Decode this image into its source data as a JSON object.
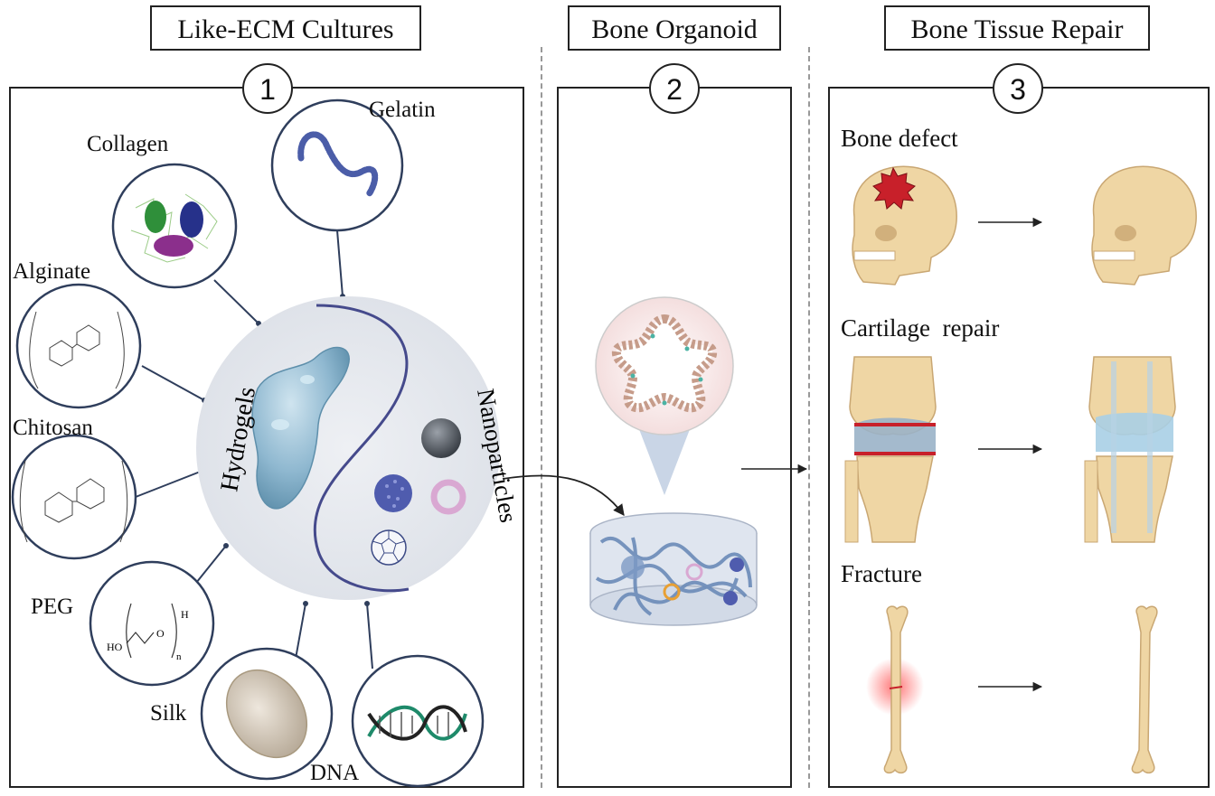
{
  "headers": {
    "cultures": "Like-ECM Cultures",
    "organoid": "Bone Organoid",
    "repair": "Bone Tissue Repair"
  },
  "steps": {
    "one": "1",
    "two": "2",
    "three": "3"
  },
  "materials": {
    "gelatin": "Gelatin",
    "collagen": "Collagen",
    "alginate": "Alginate",
    "chitosan": "Chitosan",
    "peg": "PEG",
    "silk": "Silk",
    "dna": "DNA"
  },
  "center": {
    "hydrogels": "Hydrogels",
    "nanoparticles": "Nanoparticles"
  },
  "repair": {
    "bone_defect": "Bone defect",
    "cartilage_repair": "Cartilage  repair",
    "fracture": "Fracture"
  },
  "formula_labels": {
    "peg_ho": "HO",
    "peg_o": "O",
    "peg_h": "H",
    "peg_n": "n"
  },
  "colors": {
    "circle_stroke": "#2f3e5c",
    "center_fill": "#e5e8ee",
    "hydrogel": "#8fb8d0",
    "bone": "#efd6a4",
    "defect": "#c8202a"
  }
}
